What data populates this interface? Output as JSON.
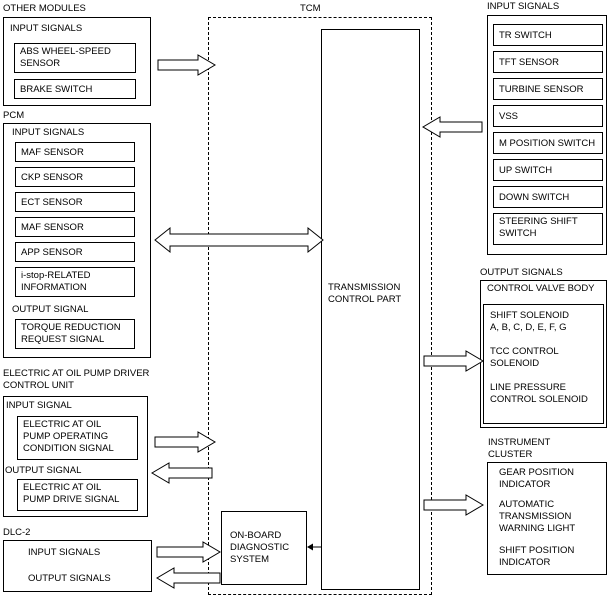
{
  "tcm": {
    "title": "TCM",
    "control_part": [
      "TRANSMISSION",
      "CONTROL PART"
    ],
    "obd": [
      "ON-BOARD",
      "DIAGNOSTIC",
      "SYSTEM"
    ]
  },
  "other_modules": {
    "title": "OTHER MODULES",
    "input_title": "INPUT SIGNALS",
    "items": [
      [
        "ABS WHEEL-SPEED",
        "SENSOR"
      ],
      [
        "BRAKE SWITCH"
      ]
    ]
  },
  "pcm": {
    "title": "PCM",
    "input_title": "INPUT SIGNALS",
    "inputs": [
      [
        "MAF SENSOR"
      ],
      [
        "CKP SENSOR"
      ],
      [
        "ECT SENSOR"
      ],
      [
        "MAF SENSOR"
      ],
      [
        "APP SENSOR"
      ],
      [
        "i-stop-RELATED",
        "INFORMATION"
      ]
    ],
    "output_title": "OUTPUT SIGNAL",
    "outputs": [
      [
        "TORQUE REDUCTION",
        "REQUEST SIGNAL"
      ]
    ]
  },
  "oil_pump": {
    "title": [
      "ELECTRIC AT OIL PUMP DRIVER",
      "CONTROL UNIT"
    ],
    "input_title": "INPUT SIGNAL",
    "input": [
      "ELECTRIC AT OIL",
      "PUMP OPERATING",
      "CONDITION SIGNAL"
    ],
    "output_title": "OUTPUT SIGNAL",
    "output": [
      "ELECTRIC AT OIL",
      "PUMP DRIVE SIGNAL"
    ]
  },
  "dlc": {
    "title": "DLC-2",
    "input": "INPUT SIGNALS",
    "output": "OUTPUT SIGNALS"
  },
  "input_signals": {
    "title": "INPUT SIGNALS",
    "items": [
      [
        "TR SWITCH"
      ],
      [
        "TFT SENSOR"
      ],
      [
        "TURBINE SENSOR"
      ],
      [
        "VSS"
      ],
      [
        "M POSITION SWITCH"
      ],
      [
        "UP SWITCH"
      ],
      [
        "DOWN SWITCH"
      ],
      [
        "STEERING SHIFT",
        "SWITCH"
      ]
    ]
  },
  "output_signals": {
    "title": "OUTPUT SIGNALS",
    "subtitle": "CONTROL VALVE BODY",
    "items": [
      [
        "SHIFT SOLENOID",
        "A, B, C, D, E, F, G"
      ],
      [
        "TCC CONTROL",
        "SOLENOID"
      ],
      [
        "LINE PRESSURE",
        "CONTROL SOLENOID"
      ]
    ]
  },
  "instrument_cluster": {
    "title": [
      "INSTRUMENT",
      "CLUSTER"
    ],
    "items": [
      [
        "GEAR POSITION",
        "INDICATOR"
      ],
      [
        "AUTOMATIC",
        "TRANSMISSION",
        "WARNING LIGHT"
      ],
      [
        "SHIFT POSITION",
        "INDICATOR"
      ]
    ]
  }
}
